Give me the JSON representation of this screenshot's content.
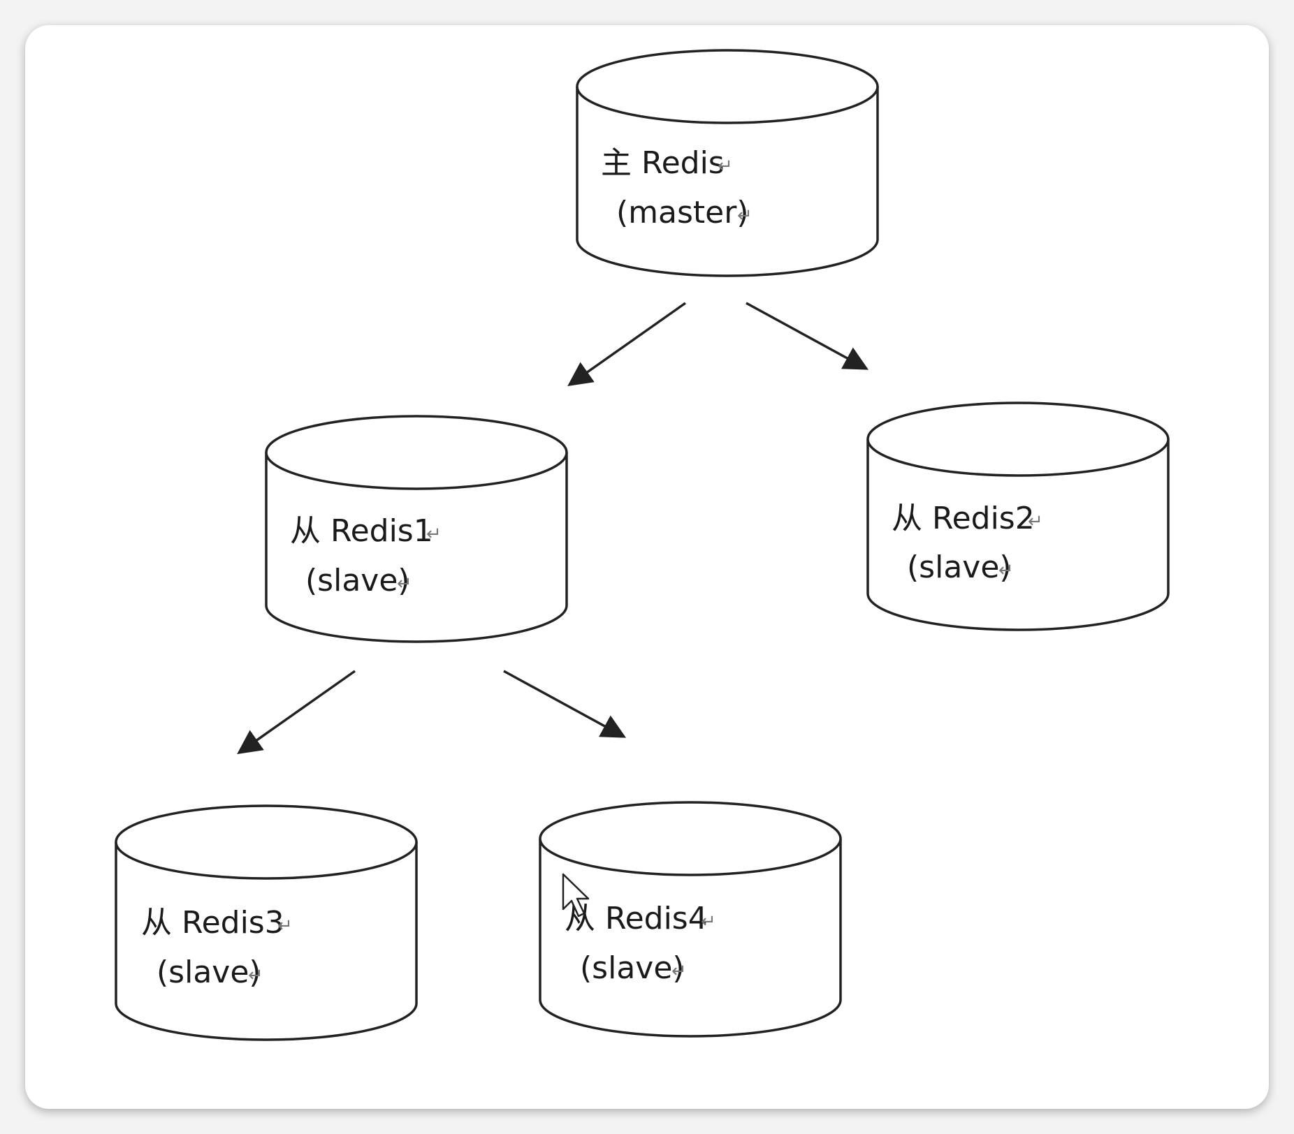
{
  "nodes": [
    {
      "id": "master",
      "line1": "主 Redis",
      "line2": "(master)"
    },
    {
      "id": "redis1",
      "line1": "从 Redis1",
      "line2": "(slave)"
    },
    {
      "id": "redis2",
      "line1": "从 Redis2",
      "line2": "(slave)"
    },
    {
      "id": "redis3",
      "line1": "从 Redis3",
      "line2": "(slave)"
    },
    {
      "id": "redis4",
      "line1": "从 Redis4",
      "line2": "(slave)"
    }
  ],
  "edges": [
    {
      "from": "master",
      "to": "redis1"
    },
    {
      "from": "master",
      "to": "redis2"
    },
    {
      "from": "redis1",
      "to": "redis3"
    },
    {
      "from": "redis1",
      "to": "redis4"
    }
  ],
  "paragraph_mark": "↵",
  "colors": {
    "stroke": "#222222",
    "text": "#1a1a1a",
    "background": "#ffffff"
  },
  "icons": {
    "cursor": "mouse-cursor-icon"
  }
}
